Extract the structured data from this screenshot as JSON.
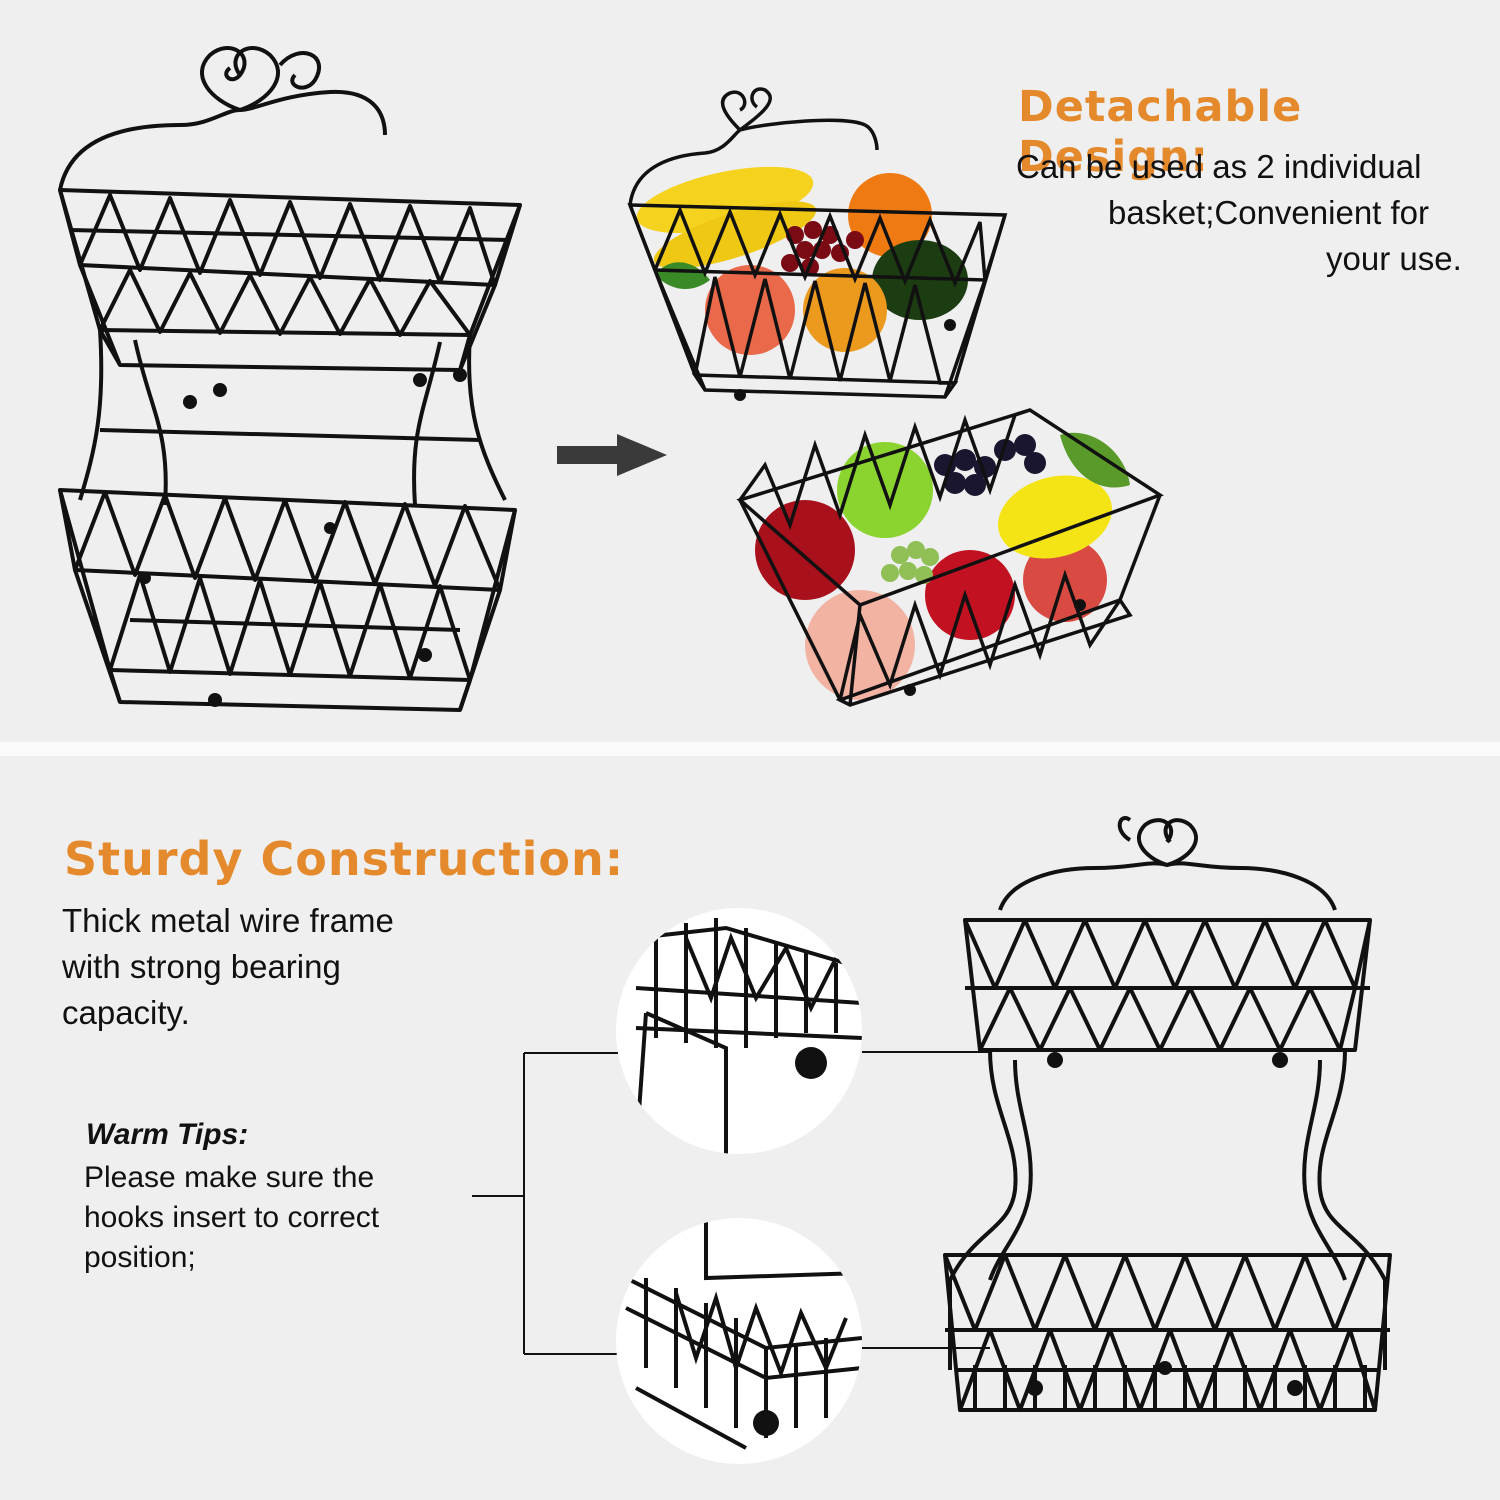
{
  "detachable": {
    "heading": "Detachable Design:",
    "line1": "Can be used as 2 individual",
    "line2": "basket;Convenient for",
    "line3": "your use."
  },
  "sturdy": {
    "heading": "Sturdy Construction:",
    "line1": "Thick metal wire frame",
    "line2": "with strong bearing",
    "line3": "capacity."
  },
  "tips": {
    "title": "Warm Tips:",
    "line1": "Please make sure the",
    "line2": "hooks insert to correct",
    "line3": "position;"
  },
  "colors": {
    "accent": "#e48a2c",
    "wire": "#111111",
    "background": "#efefef"
  },
  "icons": {
    "arrow": "right-arrow-icon"
  }
}
